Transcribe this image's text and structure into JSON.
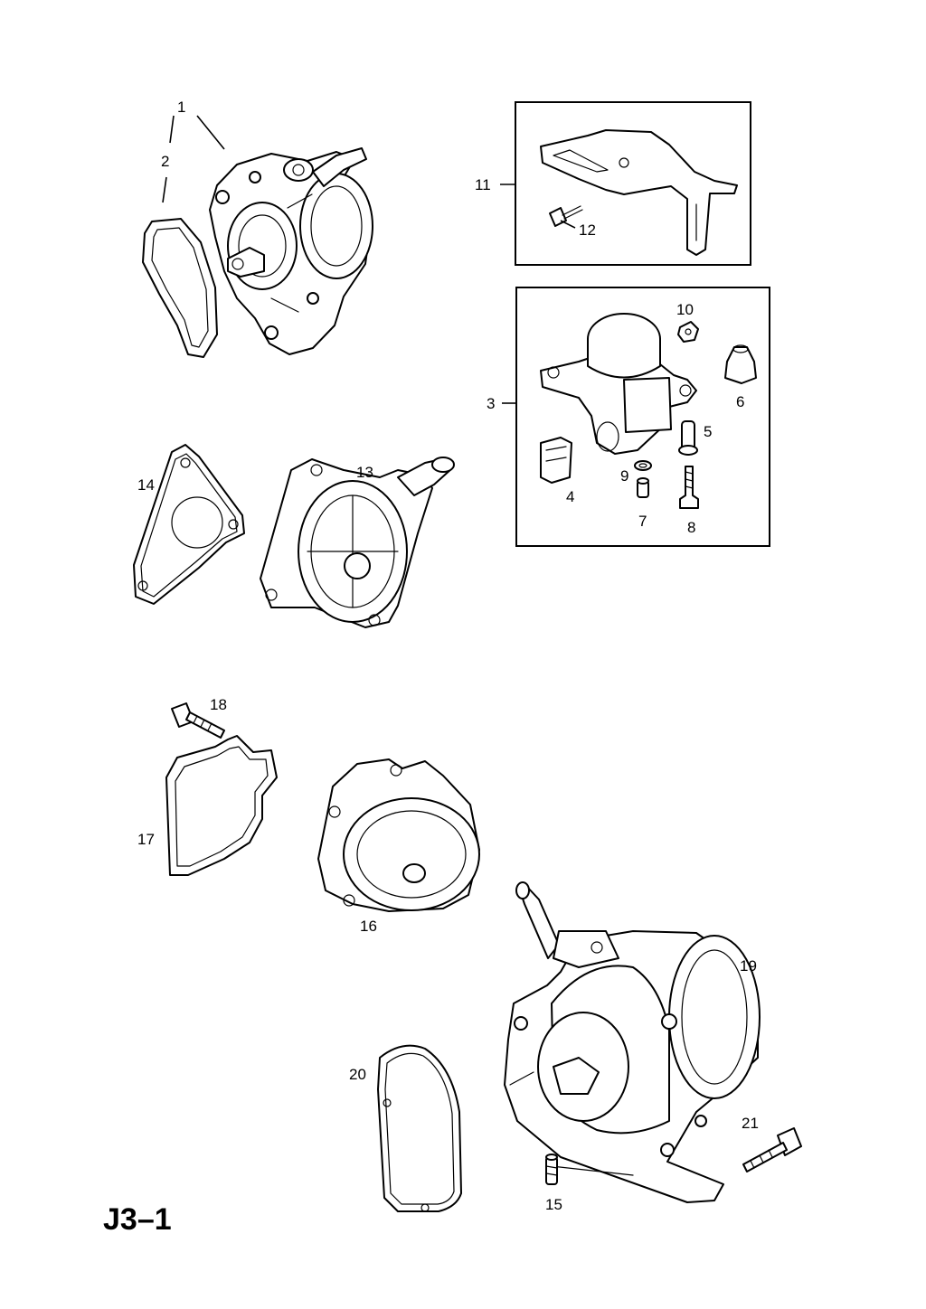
{
  "page_code": "J3–1",
  "callouts": {
    "c1": "1",
    "c2": "2",
    "c3": "3",
    "c4": "4",
    "c5": "5",
    "c6": "6",
    "c7": "7",
    "c8": "8",
    "c9": "9",
    "c10": "10",
    "c11": "11",
    "c12": "12",
    "c13": "13",
    "c14": "14",
    "c15": "15",
    "c16": "16",
    "c17": "17",
    "c18": "18",
    "c19": "19",
    "c20": "20",
    "c21": "21"
  }
}
